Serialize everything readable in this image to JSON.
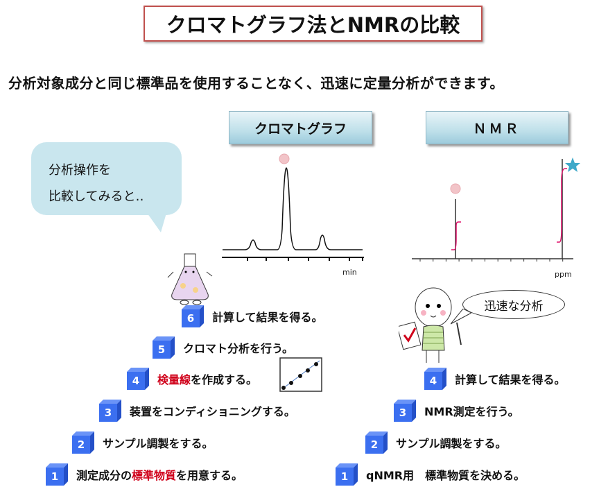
{
  "title": "クロマトグラフ法とNMRの比較",
  "subtitle": "分析対象成分と同じ標準品を使用することなく、迅速に定量分析ができます。",
  "headers": {
    "chromatograph": "クロマトグラフ",
    "nmr": "ＮＭＲ"
  },
  "bubble": {
    "line1": "分析操作を",
    "line2": "比較してみると‥"
  },
  "bubble2": "迅速な分析",
  "chromatogram": {
    "xlabel": "min"
  },
  "nmr_spectrum": {
    "xlabel": "ppm",
    "ticks": [
      "11",
      "10",
      "9",
      "8",
      "7",
      "6",
      "5",
      "4",
      "3",
      "2",
      "1",
      "0"
    ]
  },
  "left_steps": [
    {
      "num": "1",
      "parts": [
        {
          "t": "測定成分の",
          "red": false
        },
        {
          "t": "標準物質",
          "red": true
        },
        {
          "t": "を用意する。",
          "red": false
        }
      ]
    },
    {
      "num": "2",
      "parts": [
        {
          "t": "サンプル調製をする。",
          "red": false
        }
      ]
    },
    {
      "num": "3",
      "parts": [
        {
          "t": "装置をコンディショニングする。",
          "red": false
        }
      ]
    },
    {
      "num": "4",
      "parts": [
        {
          "t": "検量線",
          "red": true
        },
        {
          "t": "を作成する。",
          "red": false
        }
      ]
    },
    {
      "num": "5",
      "parts": [
        {
          "t": "クロマト分析を行う。",
          "red": false
        }
      ]
    },
    {
      "num": "6",
      "parts": [
        {
          "t": "計算して結果を得る。",
          "red": false
        }
      ]
    }
  ],
  "right_steps": [
    {
      "num": "1",
      "parts": [
        {
          "t": "qNMR用　標準物質を決める。",
          "red": false
        }
      ]
    },
    {
      "num": "2",
      "parts": [
        {
          "t": "サンプル調製をする。",
          "red": false
        }
      ]
    },
    {
      "num": "3",
      "parts": [
        {
          "t": "NMR測定を行う。",
          "red": false
        }
      ]
    },
    {
      "num": "4",
      "parts": [
        {
          "t": "計算して結果を得る。",
          "red": false
        }
      ]
    }
  ],
  "colors": {
    "title_border": "#c0504d",
    "block": "#3b6ff0",
    "highlight": "#d0021b",
    "integral": "#e0106a"
  }
}
